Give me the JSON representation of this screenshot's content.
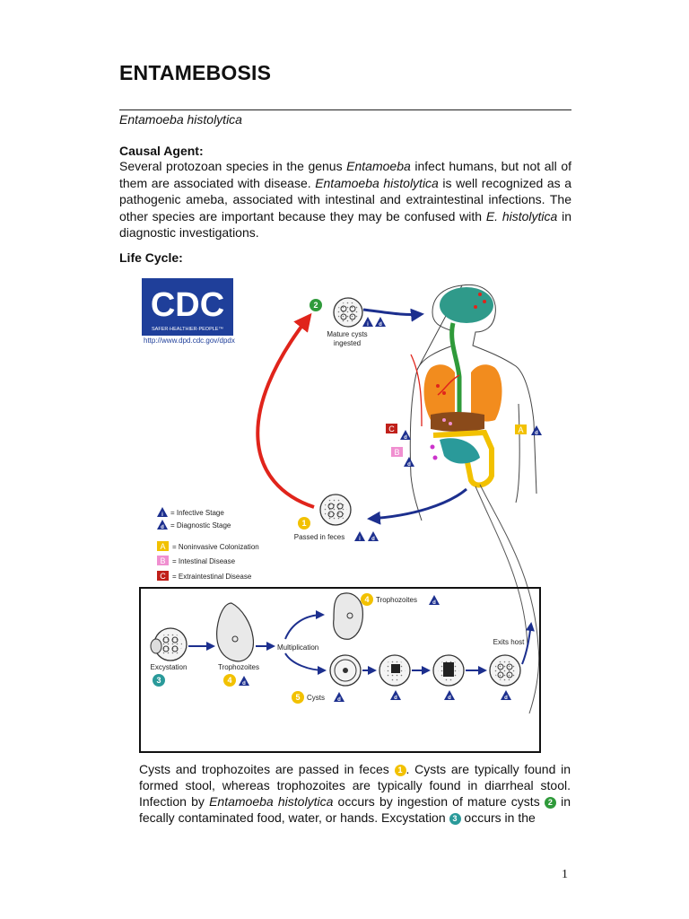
{
  "title": "ENTAMEBOSIS",
  "subtitle": "Entamoeba histolytica",
  "causal_agent": {
    "heading": "Causal Agent:",
    "t1": "Several protozoan species in the genus ",
    "t2": "Entamoeba",
    "t3": " infect humans, but not all of them are associated with disease. ",
    "t4": "Entamoeba histolytica",
    "t5": " is well recognized as a pathogenic ameba, associated with intestinal and extraintestinal infections. The other species are important because they may be confused with ",
    "t6": "E. histolytica",
    "t7": " in diagnostic investigations."
  },
  "life_cycle_heading": "Life Cycle:",
  "diagram": {
    "cdc_logo_text": "CDC",
    "cdc_tagline": "SAFER·HEALTHIER·PEOPLE™",
    "url": "http://www.dpd.cdc.gov/dpdx",
    "mature_cysts_label_1": "Mature cysts",
    "mature_cysts_label_2": "ingested",
    "passed_in_feces": "Passed in feces",
    "legend": {
      "infective": "= Infective Stage",
      "diagnostic": "= Diagnostic Stage",
      "noninvasive": "= Noninvasive Colonization",
      "intestinal": "= Intestinal Disease",
      "extraintestinal": "= Extraintestinal Disease"
    },
    "excystation": "Excystation",
    "trophozoites": "Trophozoites",
    "trophozoites_4": "Trophozoites",
    "multiplication": "Multiplication",
    "cysts": "Cysts",
    "exits_host": "Exits host",
    "stage_numbers": {
      "s1": "1",
      "s2": "2",
      "s3": "3",
      "s4": "4",
      "s5": "5"
    },
    "letters": {
      "a": "A",
      "b": "B",
      "c": "C",
      "i": "i",
      "d": "d"
    },
    "colors": {
      "cdc_blue": "#1f3f9a",
      "arrow_red": "#e0241b",
      "arrow_navy": "#1c2f8e",
      "yellow": "#f2c100",
      "teal": "#2a9a9a",
      "green": "#2f9a3a",
      "pink": "#f08fd0",
      "darkred": "#c0201a"
    }
  },
  "description": {
    "t1": "Cysts and trophozoites are passed in feces ",
    "t2": ". Cysts are typically found in formed stool, whereas trophozoites are typically found in diarrheal stool. Infection by ",
    "t3": "Entamoeba histolytica",
    "t4": " occurs by ingestion of mature cysts ",
    "t5": " in fecally contaminated food, water, or hands. Excystation ",
    "t6": " occurs in the",
    "badge1": "1",
    "badge2": "2",
    "badge3": "3"
  },
  "page_number": "1"
}
